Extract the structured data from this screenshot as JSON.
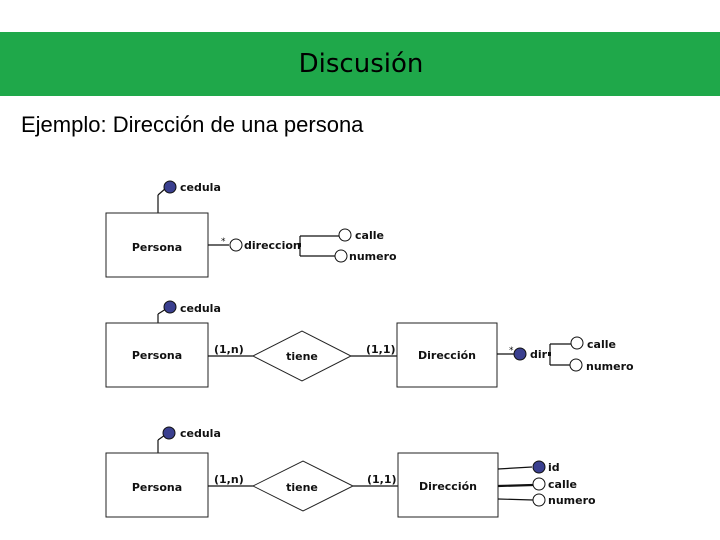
{
  "header": {
    "title": "Discusión"
  },
  "slide": {
    "subtitle": "Ejemplo: Dirección de una persona"
  },
  "diagram1": {
    "entity": "Persona",
    "key": "cedula",
    "multi_mark": "*",
    "composite": "direccion",
    "sub_attrs": [
      "calle",
      "numero"
    ]
  },
  "diagram2": {
    "entity_left": "Persona",
    "key": "cedula",
    "relation": "tiene",
    "card_left": "(1,n)",
    "card_right": "(1,1)",
    "entity_right": "Dirección",
    "multi_mark": "*",
    "composite": "dir",
    "sub_attrs": [
      "calle",
      "numero"
    ]
  },
  "diagram3": {
    "entity_left": "Persona",
    "key": "cedula",
    "relation": "tiene",
    "card_left": "(1,n)",
    "card_right": "(1,1)",
    "entity_right": "Dirección",
    "attrs": [
      "id",
      "calle",
      "numero"
    ]
  },
  "colors": {
    "banner": "#1fa84a",
    "key_attribute": "#3a3f8f"
  }
}
